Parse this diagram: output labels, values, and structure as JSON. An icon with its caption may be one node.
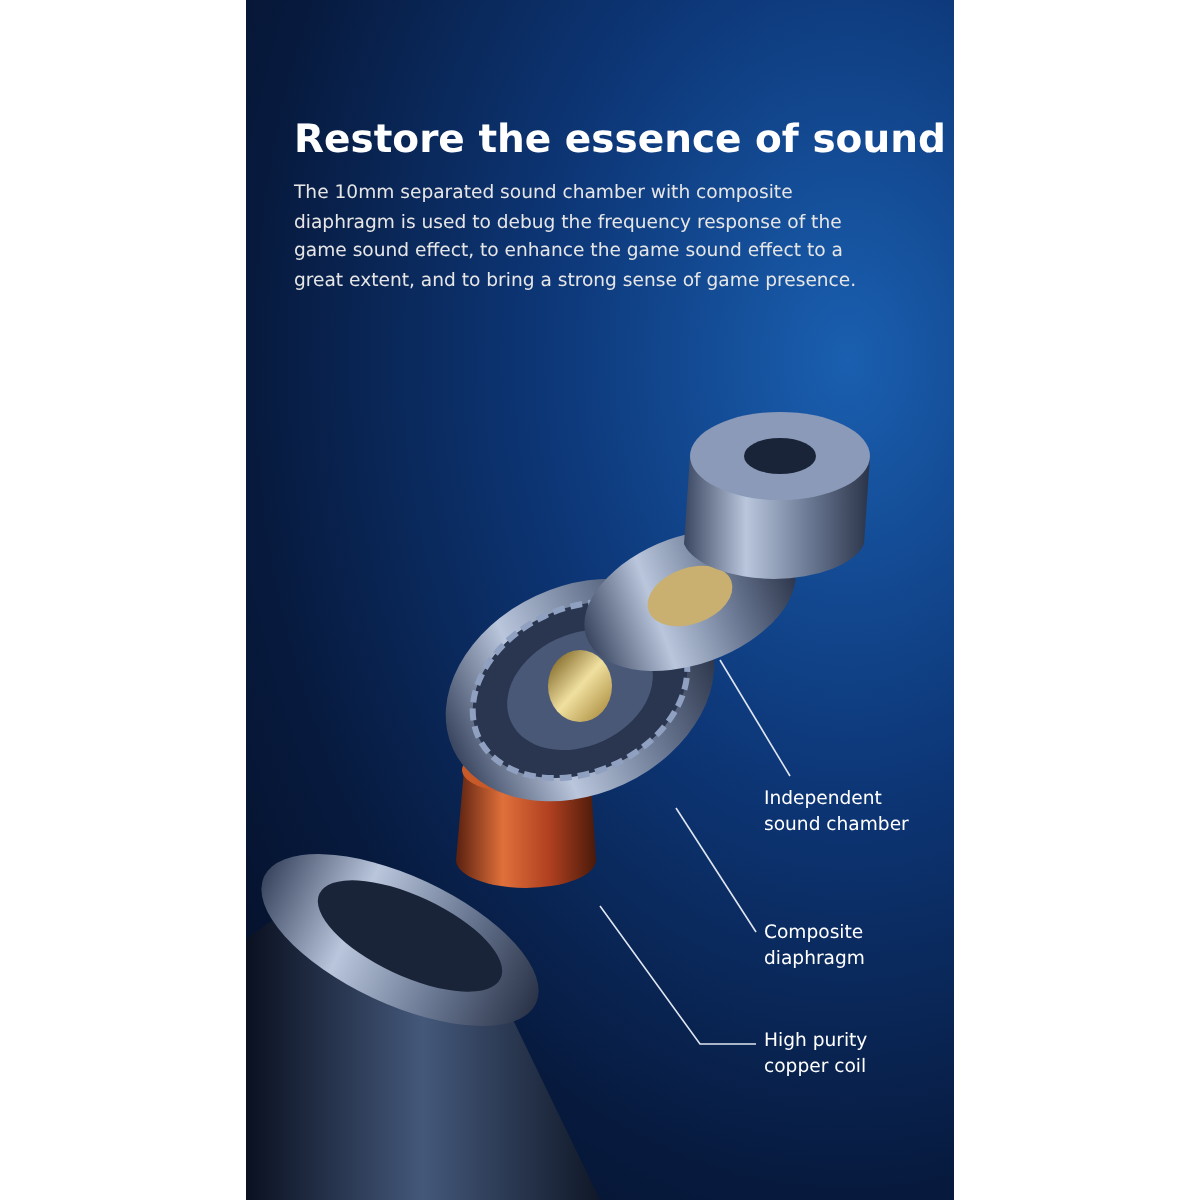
{
  "diagram": {
    "title": "Restore the essence of sound",
    "nodes": [
      {
        "text": [
          "Independent sound chamber"
        ]
      },
      {
        "text": [
          "Composite diaphragm"
        ]
      },
      {
        "text": [
          "High purity copper coil"
        ]
      }
    ],
    "edges": [
      {
        "from": 0,
        "to": null,
        "arrow": "none"
      },
      {
        "from": 1,
        "to": null,
        "arrow": "none"
      },
      {
        "from": 2,
        "to": null,
        "arrow": "none"
      }
    ],
    "labels": [
      "The 10mm separated sound chamber with composite diaphragm is used to debug the frequency response of the game sound effect, to enhance the game sound effect to a great extent, and to bring a strong sense of game presence."
    ]
  }
}
